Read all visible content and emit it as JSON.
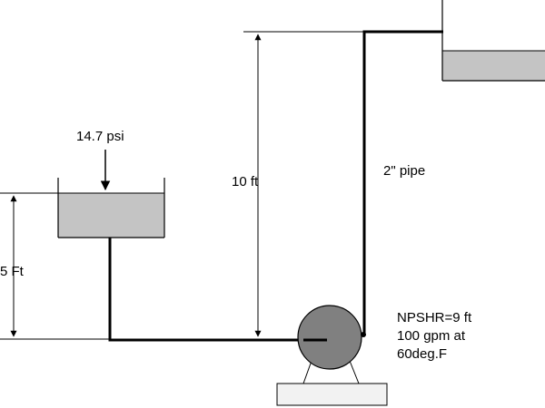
{
  "labels": {
    "pressure": "14.7 psi",
    "left_height": "5 Ft",
    "rise_height": "10 ft",
    "pipe_size": "2\" pipe",
    "pump_specs": [
      "NPSHR=9 ft",
      "100 gpm at",
      "60deg.F"
    ]
  },
  "colors": {
    "liquid": "#c4c4c4",
    "pump_body": "#808080",
    "pump_base": "#f2f2f2",
    "line": "#000000",
    "background": "#ffffff"
  }
}
